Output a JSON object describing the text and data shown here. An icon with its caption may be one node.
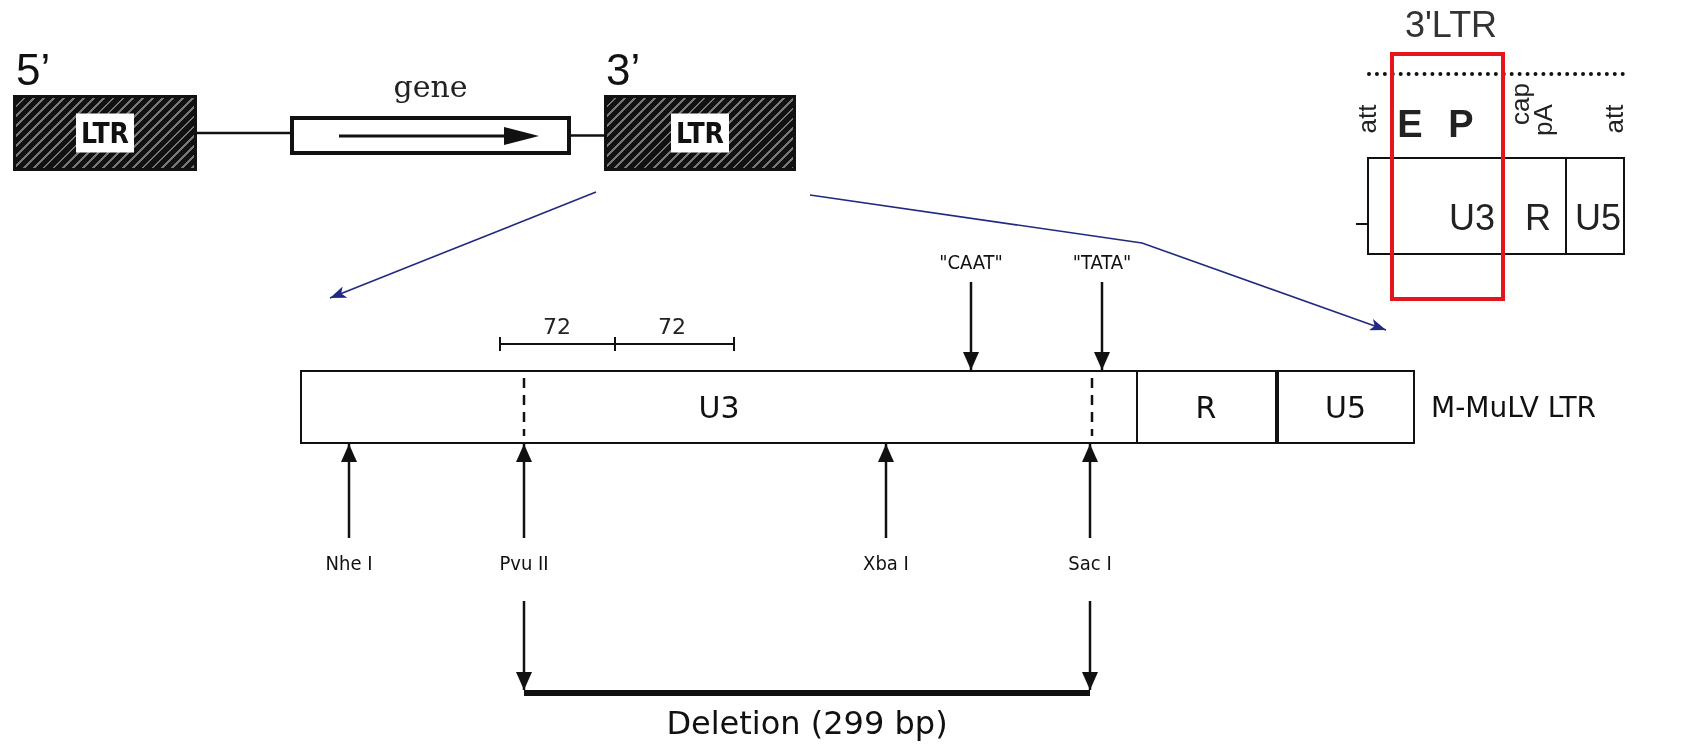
{
  "diagram": {
    "nodes": [
      {
        "text": [
          "LTR"
        ],
        "beside": [
          "5’"
        ]
      },
      {
        "text": [
          "gene"
        ]
      },
      {
        "text": [
          "LTR"
        ],
        "beside": [
          "3’"
        ]
      },
      {
        "text": [
          "M-MuLV LTR"
        ]
      },
      {
        "text": [
          "U3"
        ],
        "in": 3
      },
      {
        "text": [
          "R"
        ],
        "in": 3
      },
      {
        "text": [
          "U5"
        ],
        "in": 3
      },
      {
        "text": [
          "\"CAAT\""
        ]
      },
      {
        "text": [
          "\"TATA\""
        ]
      },
      {
        "text": [
          "Nhe I"
        ]
      },
      {
        "text": [
          "Pvu II"
        ]
      },
      {
        "text": [
          "Xba I"
        ]
      },
      {
        "text": [
          "Sac I"
        ]
      },
      {
        "text": [
          "Deletion (299 bp)"
        ]
      },
      {
        "text": [
          "3'LTR"
        ]
      },
      {
        "text": [
          "U3",
          "R"
        ],
        "in": 14
      },
      {
        "text": [
          "U5"
        ],
        "in": 14
      }
    ],
    "edges": [
      {
        "from": 0,
        "to": 1,
        "arrow": "none"
      },
      {
        "from": 1,
        "to": 2,
        "arrow": "none"
      },
      {
        "from": 2,
        "to": 3,
        "arrow": "to",
        "color": "#1f2a80"
      },
      {
        "from": 2,
        "to": 3,
        "arrow": "to",
        "color": "#1f2a80"
      },
      {
        "from": 7,
        "to": 4,
        "arrow": "to"
      },
      {
        "from": 8,
        "to": 4,
        "arrow": "to"
      },
      {
        "from": 9,
        "to": 4,
        "arrow": "to"
      },
      {
        "from": 10,
        "to": 4,
        "arrow": "to"
      },
      {
        "from": 11,
        "to": 4,
        "arrow": "to"
      },
      {
        "from": 12,
        "to": 4,
        "arrow": "to"
      },
      {
        "from": 10,
        "to": 13,
        "arrow": "to"
      },
      {
        "from": 12,
        "to": 13,
        "arrow": "to"
      }
    ],
    "labels": [
      "72",
      "72",
      "att",
      "E",
      "P",
      "cap",
      "pA",
      "att"
    ]
  }
}
